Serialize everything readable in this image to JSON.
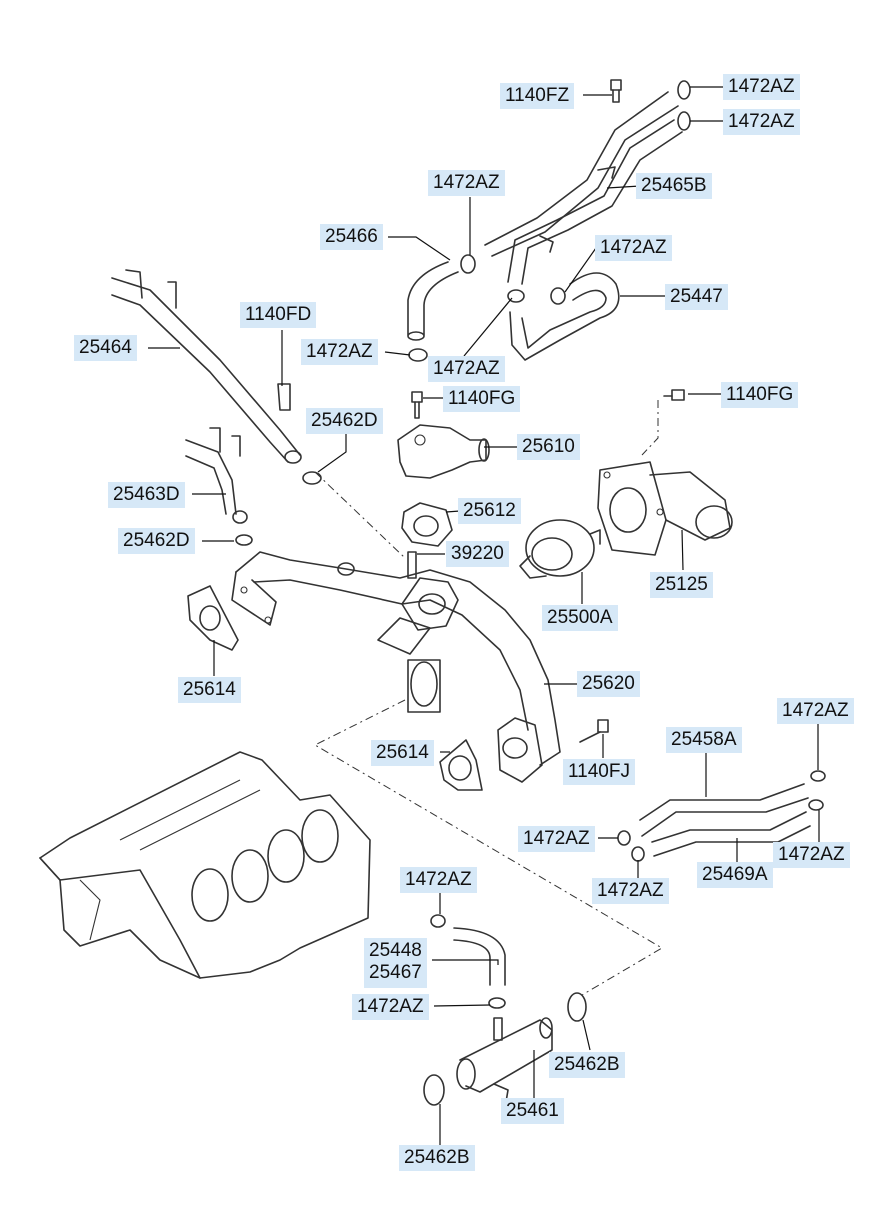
{
  "part_numbers": {
    "l_1140FZ": "1140FZ",
    "l_1472AZ_a": "1472AZ",
    "l_1472AZ_b": "1472AZ",
    "l_1472AZ_c": "1472AZ",
    "l_25465B": "25465B",
    "l_25466": "25466",
    "l_1472AZ_d": "1472AZ",
    "l_25447": "25447",
    "l_25464": "25464",
    "l_1140FD": "1140FD",
    "l_1472AZ_e": "1472AZ",
    "l_1472AZ_f": "1472AZ",
    "l_1140FG_a": "1140FG",
    "l_1140FG_b": "1140FG",
    "l_25462D_a": "25462D",
    "l_25610": "25610",
    "l_25463D": "25463D",
    "l_25612": "25612",
    "l_25462D_b": "25462D",
    "l_39220": "39220",
    "l_25125": "25125",
    "l_25500A": "25500A",
    "l_25614_a": "25614",
    "l_25620": "25620",
    "l_1472AZ_g": "1472AZ",
    "l_25458A": "25458A",
    "l_25614_b": "25614",
    "l_1140FJ": "1140FJ",
    "l_1472AZ_h": "1472AZ",
    "l_1472AZ_i": "1472AZ",
    "l_25469A": "25469A",
    "l_1472AZ_j": "1472AZ",
    "l_1472AZ_k": "1472AZ",
    "l_25448": "25448",
    "l_25467": "25467",
    "l_1472AZ_l": "1472AZ",
    "l_25462B_a": "25462B",
    "l_25461": "25461",
    "l_25462B_b": "25462B"
  },
  "colors": {
    "callout_bg": "#d6e8f7",
    "line": "#333333"
  }
}
